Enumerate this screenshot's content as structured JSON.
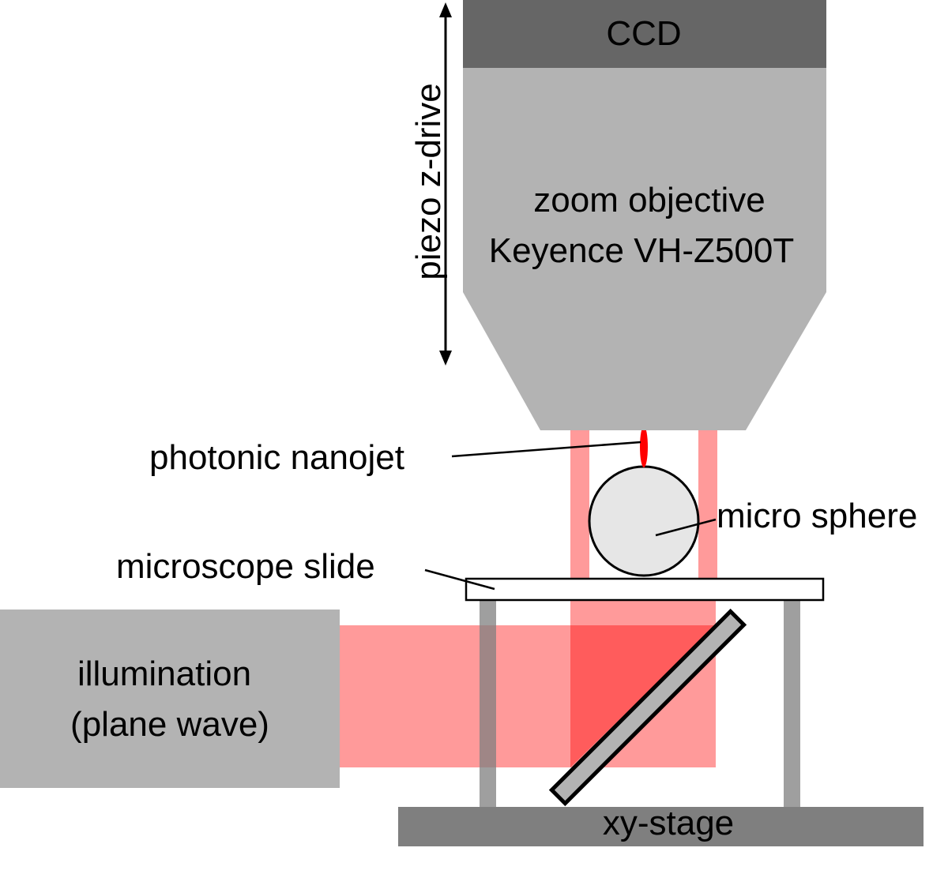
{
  "labels": {
    "ccd": "CCD",
    "objective_line1": "zoom objective",
    "objective_line2": "Keyence VH-Z500T",
    "piezo": "piezo z-drive",
    "nanojet": "photonic nanojet",
    "sphere": "micro sphere",
    "slide": "microscope slide",
    "illumination_line1": "illumination",
    "illumination_line2": "(plane wave)",
    "stage": "xy-stage"
  },
  "colors": {
    "ccd": "#666666",
    "objective": "#b3b3b3",
    "illumination": "#b3b3b3",
    "beam": "#ff9a9a",
    "beam_overlap": "#ff5c5c",
    "nanojet": "#ff0000",
    "sphere": "#e6e6e6",
    "stage": "#7f7f7f",
    "mirror": "#b3b3b3"
  }
}
